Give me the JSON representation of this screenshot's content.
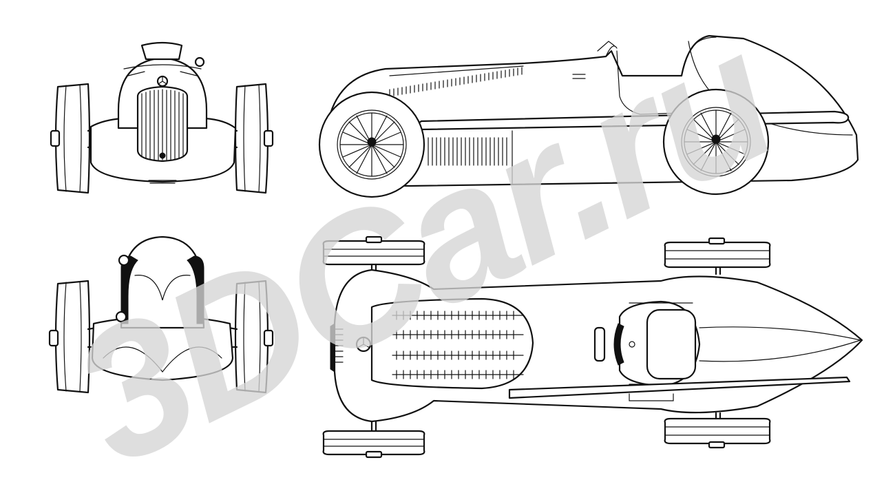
{
  "watermark": {
    "text": "3DCar.ru",
    "color": "#d6d6d6"
  },
  "views": [
    "front-view",
    "rear-view",
    "side-view",
    "top-view"
  ],
  "colors": {
    "line": "#111111",
    "paper": "#ffffff"
  }
}
